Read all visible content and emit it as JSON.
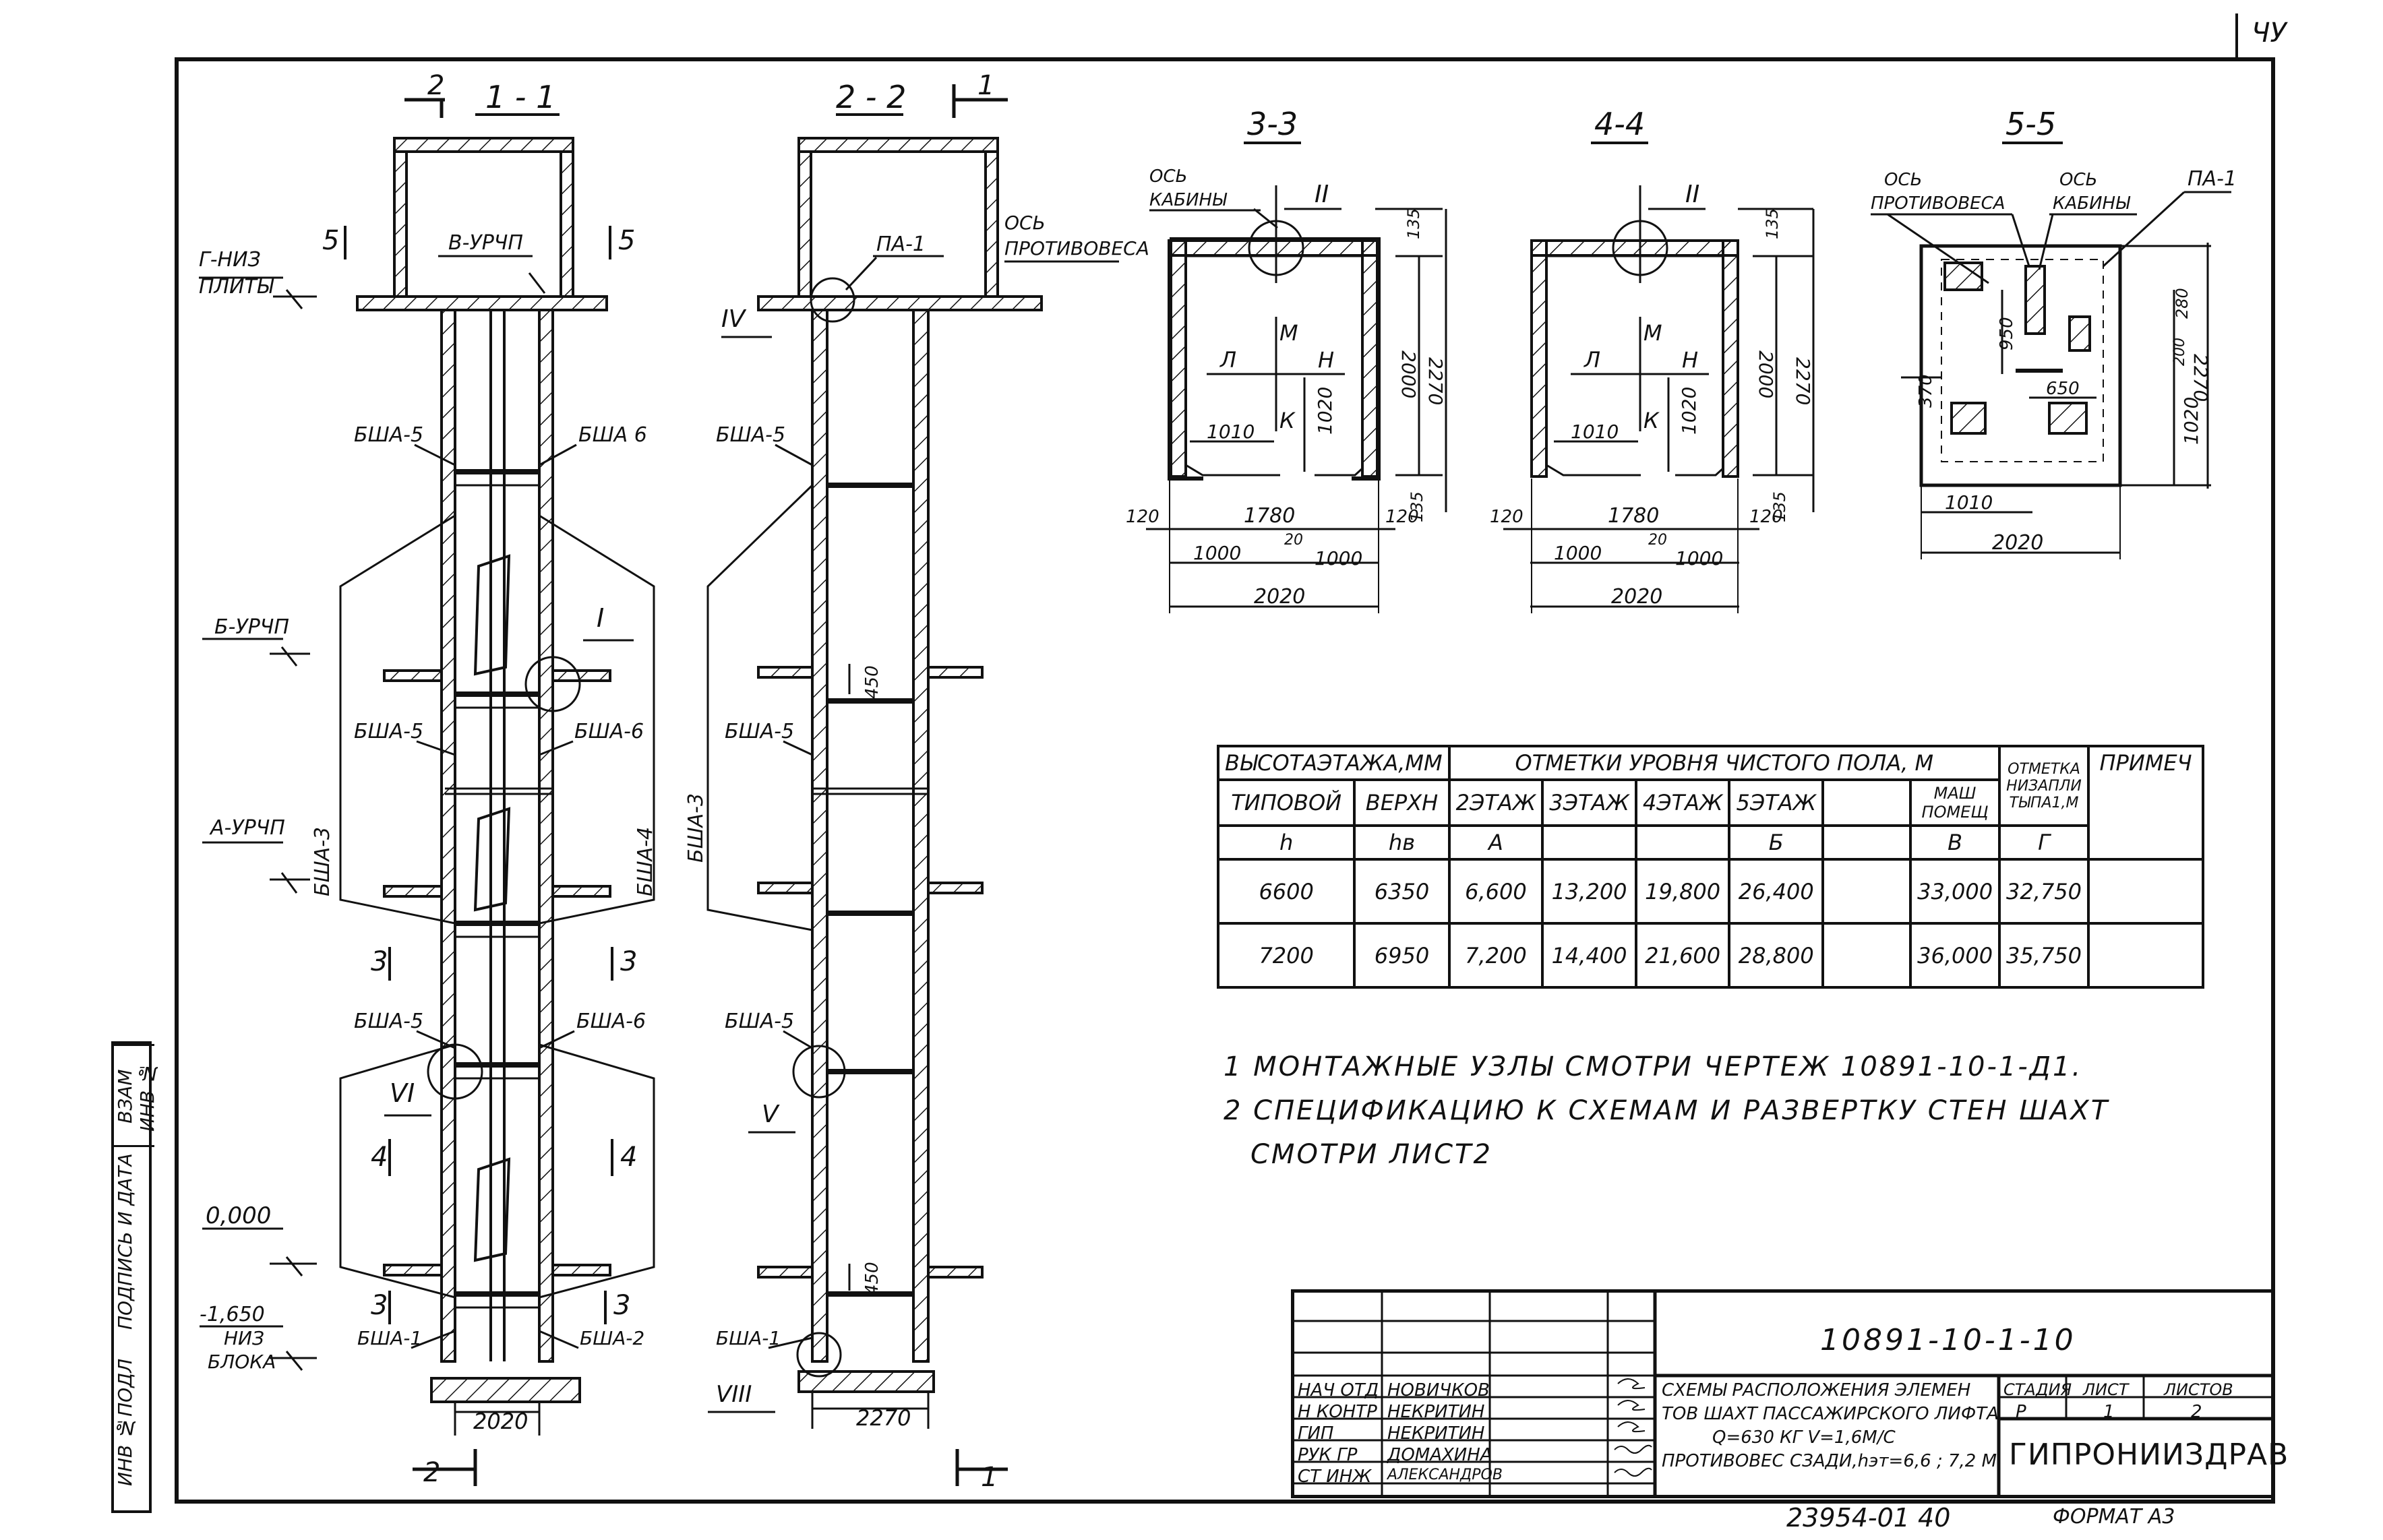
{
  "sections": {
    "s11": "1 - 1",
    "s22": "2 - 2",
    "s33": "3-3",
    "s44": "4-4",
    "s55": "5-5"
  },
  "marks": {
    "one": "1",
    "two": "2",
    "three": "3",
    "four": "4",
    "five": "5",
    "I": "I",
    "II": "II",
    "IV": "IV",
    "V": "V",
    "VI": "VI",
    "VIII": "VIII"
  },
  "levels": {
    "g_niz": "Г-НИЗ",
    "plity": "ПЛИТЫ",
    "v_urchp": "В-УРЧП",
    "b_urchp": "Б-УРЧП",
    "a_urchp": "А-УРЧП",
    "zero": "0,000",
    "minus": "-1,650",
    "niz": "НИЗ",
    "bloka": "БЛОКА"
  },
  "elements": {
    "bsha5": "БША-5",
    "bsha6": "БША 6",
    "bsha6b": "БША-6",
    "bsha3": "БША-3",
    "bsha4": "БША-4",
    "bsha1": "БША-1",
    "bsha2": "БША-2",
    "pa1": "ПА-1"
  },
  "axes": {
    "os": "ОСЬ",
    "protivovesa": "ПРОТИВОВЕСА",
    "kabiny": "КАБИНЫ"
  },
  "plan_labels": {
    "M": "М",
    "L": "Л",
    "N": "Н",
    "K": "К"
  },
  "dims": {
    "d2020": "2020",
    "d2270": "2270",
    "d135": "135",
    "d2000": "2000",
    "d1010": "1010",
    "d1020": "1020",
    "d120": "120",
    "d1780": "1780",
    "d1000": "1000",
    "d20": "20",
    "d450": "450",
    "d280": "280",
    "d950": "950",
    "d650": "650",
    "d200": "200",
    "d370": "370"
  },
  "table": {
    "h_vysota": "ВЫСОТАЭТАЖА,ММ",
    "h_otmetki": "ОТМЕТКИ УРОВНЯ ЧИСТОГО ПОЛА, М",
    "h_otmetka_niz": "ОТМЕТКА НИЗАПЛИ ТЫПА1,М",
    "h_primech": "ПРИМЕЧ",
    "sub": [
      "ТИПОВОЙ",
      "ВЕРХН",
      "2ЭТАЖ",
      "3ЭТАЖ",
      "4ЭТАЖ",
      "5ЭТАЖ",
      "",
      "МАШ ПОМЕЩ"
    ],
    "letters": [
      "h",
      "hв",
      "А",
      "",
      "",
      "Б",
      "",
      "В",
      "Г"
    ],
    "rows": [
      [
        "6600",
        "6350",
        "6,600",
        "13,200",
        "19,800",
        "26,400",
        "",
        "33,000",
        "32,750",
        ""
      ],
      [
        "7200",
        "6950",
        "7,200",
        "14,400",
        "21,600",
        "28,800",
        "",
        "36,000",
        "35,750",
        ""
      ]
    ]
  },
  "notes": {
    "n1": "1 МОНТАЖНЫЕ УЗЛЫ СМОТРИ ЧЕРТЕЖ 10891-10-1-Д1.",
    "n2": "2 СПЕЦИФИКАЦИЮ К СХЕМАМ И РАЗВЕРТКУ СТЕН ШАХТ",
    "n3": "СМОТРИ ЛИСТ2"
  },
  "sidebar": {
    "inv_podl": "ИНВ №ПОДЛ",
    "podpis": "ПОДПИСЬ И ДАТА",
    "vzam": "ВЗАМ ИНВ №"
  },
  "title_block": {
    "code": "10891-10-1-10",
    "title1": "СХЕМЫ РАСПОЛОЖЕНИЯ ЭЛЕМЕН",
    "title2": "ТОВ ШАХТ ПАССАЖИРСКОГО ЛИФТА",
    "title3": "Q=630 КГ V=1,6М/С",
    "title4": "ПРОТИВОВЕС СЗАДИ,hэт=6,6 ; 7,2 М",
    "roles": [
      "НАЧ ОТД",
      "Н КОНТР",
      "ГИП",
      "РУК ГР",
      "СТ ИНЖ"
    ],
    "names": [
      "НОВИЧКОВ",
      "НЕКРИТИН",
      "НЕКРИТИН",
      "ДОМАХИНА",
      "АЛЕКСАНДРОВ"
    ],
    "stadia_h": "СТАДИЯ",
    "list_h": "ЛИСТ",
    "listov_h": "ЛИСТОВ",
    "stadia": "Р",
    "list": "1",
    "listov": "2",
    "org": "ГИПРОНИИЗДРАВ"
  },
  "footer": {
    "number": "23954-01 40",
    "format": "ФОРМАТ А3"
  },
  "corner": "ЧУ"
}
